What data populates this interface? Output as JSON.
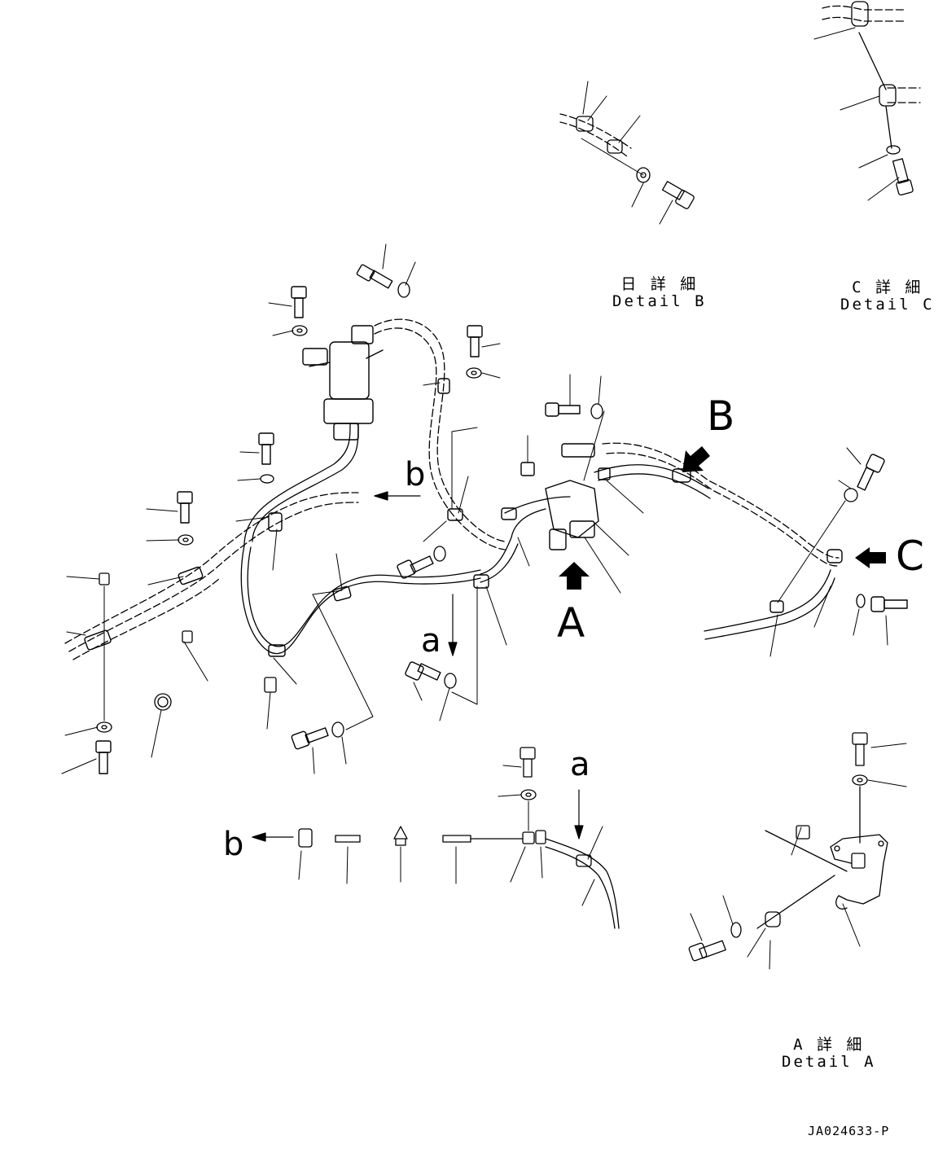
{
  "view_labels": {
    "A": "A",
    "B": "B",
    "C": "C"
  },
  "route_labels": {
    "a": "a",
    "b": "b"
  },
  "details": {
    "b": {
      "jp": "日 詳 細",
      "en": "Detail B"
    },
    "c": {
      "jp": "C 詳 細",
      "en": "Detail C"
    },
    "a": {
      "jp": "A 詳 細",
      "en": "Detail A"
    }
  },
  "drawing_code": "JA024633-P"
}
